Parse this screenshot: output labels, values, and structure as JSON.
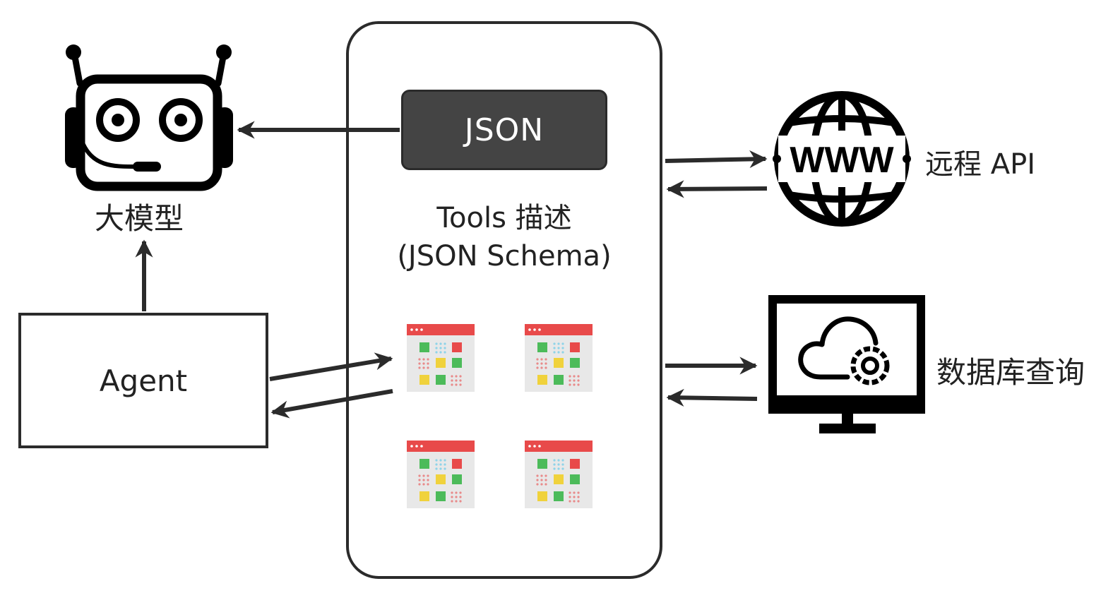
{
  "llm": {
    "label": "大模型",
    "icon": "robot-headset-icon"
  },
  "agent": {
    "label": "Agent"
  },
  "tools_panel": {
    "json_label": "JSON",
    "title": "Tools 描述",
    "subtitle": "(JSON Schema)",
    "tool_icons": [
      "tool-window-icon",
      "tool-window-icon",
      "tool-window-icon",
      "tool-window-icon"
    ]
  },
  "remote_api": {
    "globe_text": "WWW",
    "label": "远程 API",
    "icon": "globe-icon"
  },
  "database": {
    "label": "数据库查询",
    "icon": "monitor-cloud-gear-icon"
  },
  "colors": {
    "stroke": "#2b2b2b",
    "json_fill": "#444444",
    "red": "#e84a4a",
    "green": "#4cbb5a",
    "yellow": "#f0d23c"
  }
}
